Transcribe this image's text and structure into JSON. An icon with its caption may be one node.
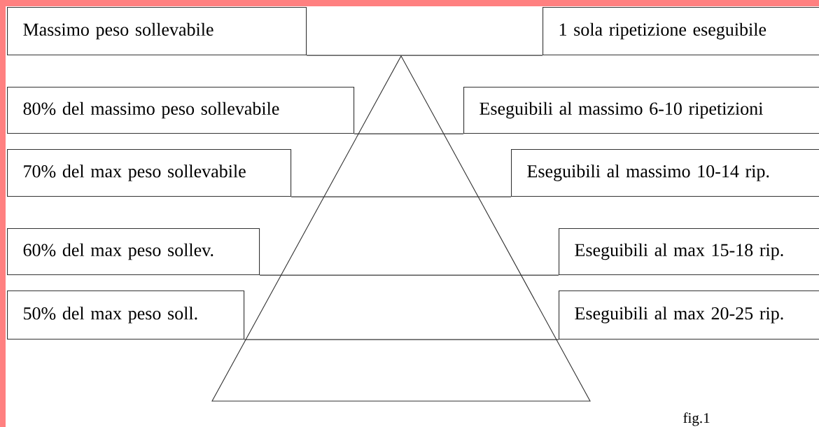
{
  "diagram": {
    "nodes": [
      {
        "text": [
          "Massimo peso sollevabile"
        ]
      },
      {
        "text": [
          "1 sola ripetizione eseguibile"
        ]
      },
      {
        "text": [
          "80% del massimo peso sollevabile"
        ]
      },
      {
        "text": [
          "Eseguibili al massimo 6-10 ripetizioni"
        ]
      },
      {
        "text": [
          "70% del max peso sollevabile"
        ]
      },
      {
        "text": [
          "Eseguibili al massimo 10-14 rip."
        ]
      },
      {
        "text": [
          "60% del max peso sollev."
        ]
      },
      {
        "text": [
          "Eseguibili al max 15-18 rip."
        ]
      },
      {
        "text": [
          "50% del max peso soll."
        ]
      },
      {
        "text": [
          "Eseguibili al max 20-25 rip."
        ]
      }
    ],
    "edges": [
      {
        "from": 0,
        "to": 1,
        "arrow": "none"
      },
      {
        "from": 2,
        "to": 3,
        "arrow": "none"
      },
      {
        "from": 4,
        "to": 5,
        "arrow": "none"
      },
      {
        "from": 6,
        "to": 7,
        "arrow": "none"
      },
      {
        "from": 8,
        "to": 9,
        "arrow": "none"
      }
    ],
    "labels": [
      "fig.1"
    ]
  }
}
